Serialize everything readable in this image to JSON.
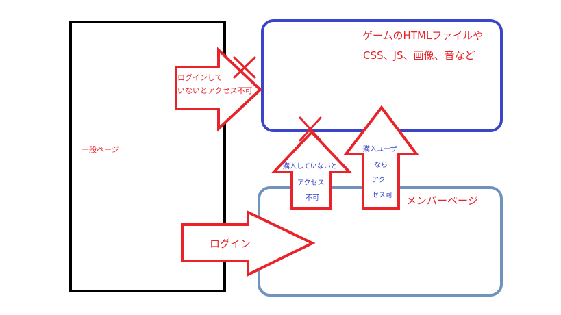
{
  "colors": {
    "red": "#e8232a",
    "blue_box": "#3b45c9",
    "steel_box": "#6f93bd",
    "black": "#000000",
    "label_blue": "#3a45c8"
  },
  "general_page": {
    "label": "一般ページ"
  },
  "game_files_box": {
    "line1": "ゲームのHTMLファイルや",
    "line2": "CSS、JS、画像、音など"
  },
  "member_page": {
    "label": "メンバーページ"
  },
  "arrow_no_login": {
    "line1": "ログインして",
    "line2": "いないとアクセス不可"
  },
  "arrow_login": {
    "label": "ログイン"
  },
  "arrow_not_purchased": {
    "line1": "購入していないと",
    "line2": "アクセス",
    "line3": "不可"
  },
  "arrow_purchased": {
    "line1": "購入ユーザ",
    "line2": "なら",
    "line3": "アク",
    "line4": "セス可"
  }
}
